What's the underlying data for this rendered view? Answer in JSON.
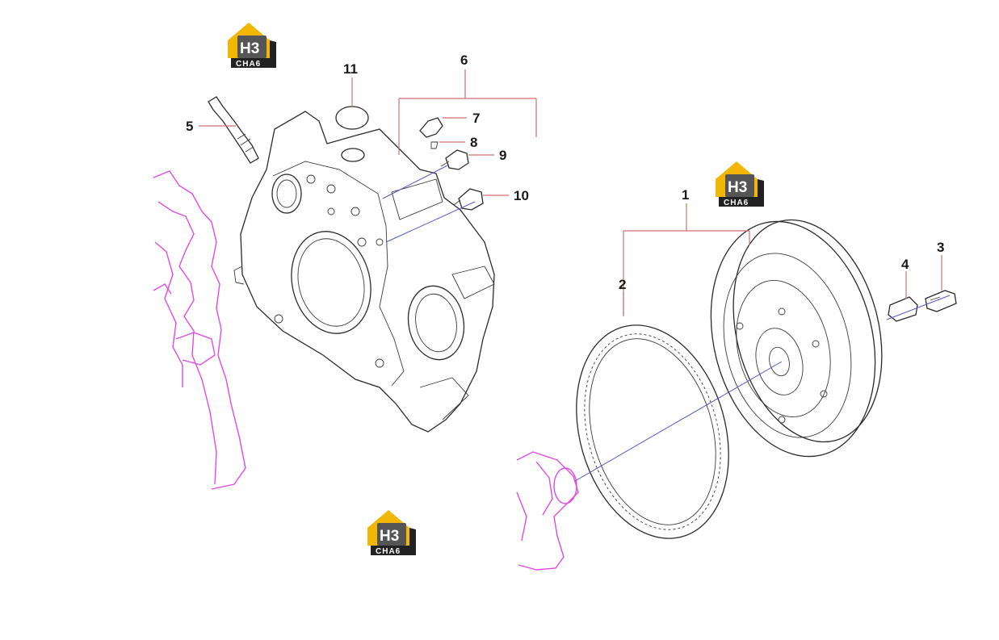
{
  "logo": {
    "mark": "H3",
    "caption": "CHA6",
    "accent": "#f2b705",
    "dark": "#222222"
  },
  "callouts": {
    "c1": "1",
    "c2": "2",
    "c3": "3",
    "c4": "4",
    "c5": "5",
    "c6": "6",
    "c7": "7",
    "c8": "8",
    "c9": "9",
    "c10": "10",
    "c11": "11"
  },
  "colors": {
    "ghost": "#e04ce0",
    "leader": "#d07070",
    "axis": "#5555cc",
    "line": "#2a2a2a"
  }
}
